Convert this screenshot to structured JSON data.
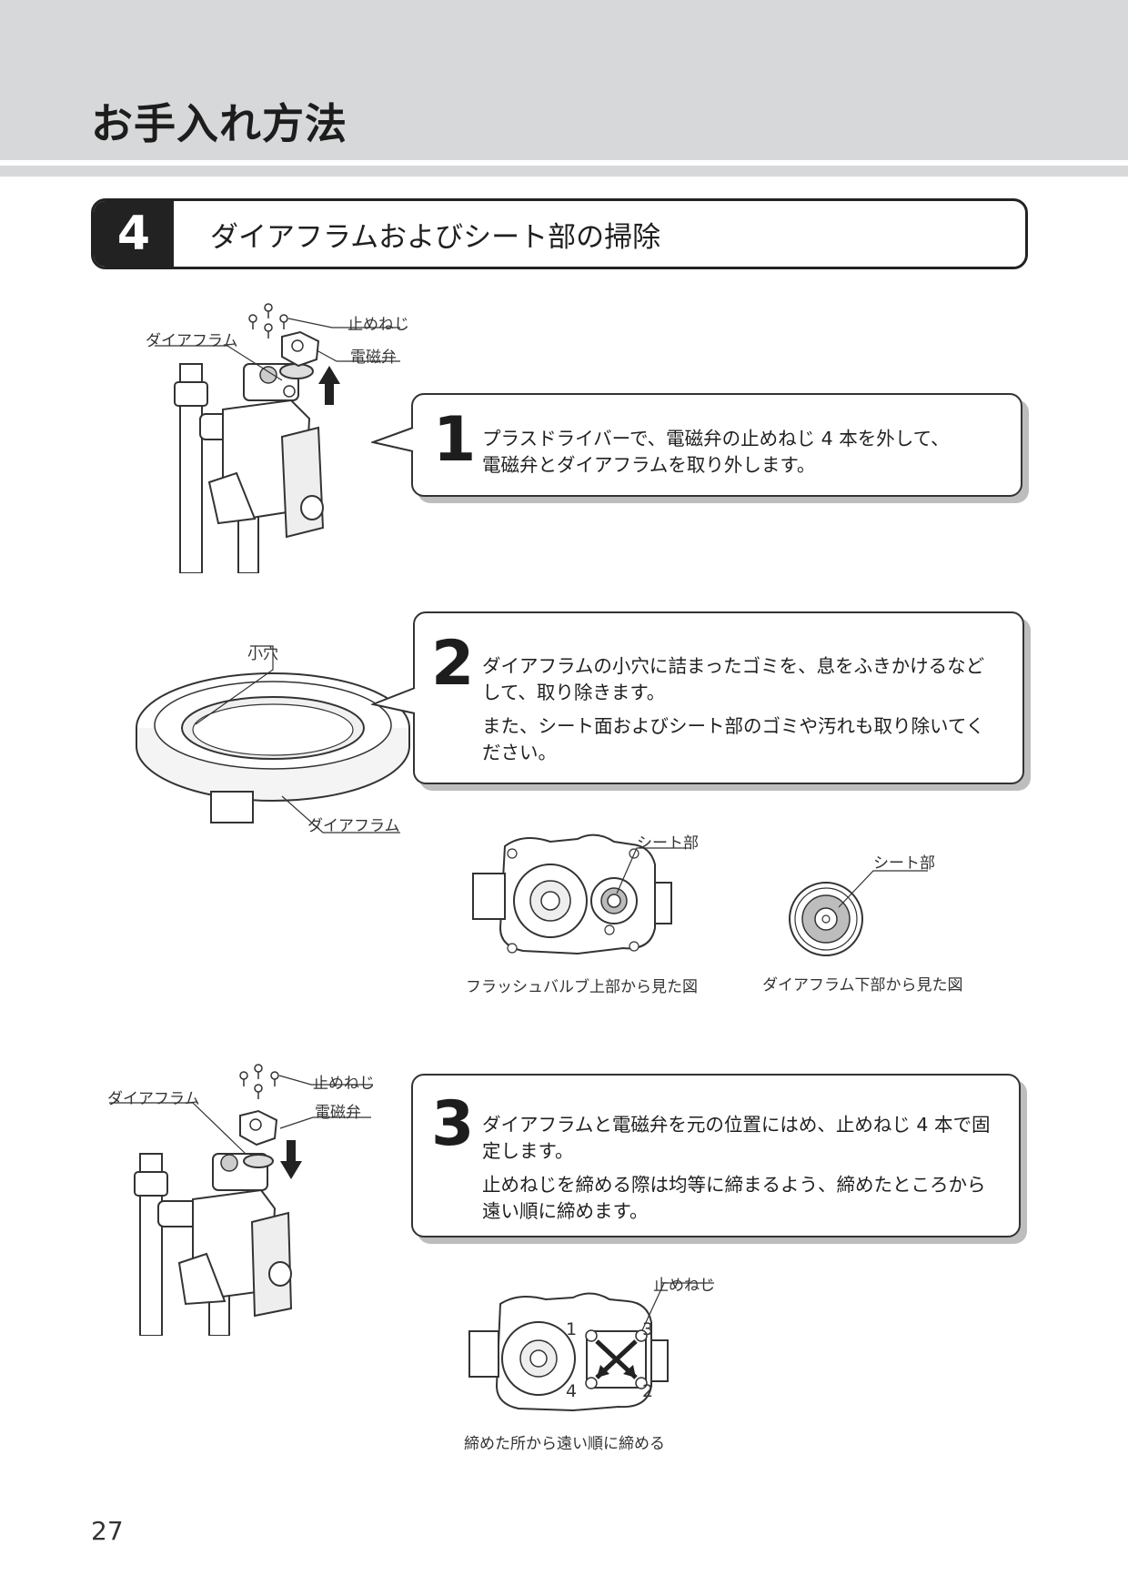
{
  "page": {
    "title": "お手入れ方法",
    "number": "27"
  },
  "section": {
    "number": "4",
    "title": "ダイアフラムおよびシート部の掃除"
  },
  "steps": [
    {
      "number": "1",
      "lines": [
        "プラスドライバーで、電磁弁の止めねじ 4 本を外して、\n電磁弁とダイアフラムを取り外します。"
      ]
    },
    {
      "number": "2",
      "lines": [
        "ダイアフラムの小穴に詰まったゴミを、息をふきかけるなどして、取り除きます。",
        "また、シート面およびシート部のゴミや汚れも取り除いてください。"
      ]
    },
    {
      "number": "3",
      "lines": [
        "ダイアフラムと電磁弁を元の位置にはめ、止めねじ 4 本で固定します。",
        "止めねじを締める際は均等に締まるよう、締めたところから遠い順に締めます。"
      ]
    }
  ],
  "labels": {
    "screw": "止めねじ",
    "solenoid": "電磁弁",
    "diaphragm": "ダイアフラム",
    "small_hole": "小穴",
    "seat": "シート部"
  },
  "captions": {
    "valve_top": "フラッシュバルブ上部から見た図",
    "diaphragm_bottom": "ダイアフラム下部から見た図",
    "tighten_order": "締めた所から遠い順に締める"
  },
  "tighten_numbers": [
    "1",
    "3",
    "4",
    "2"
  ],
  "colors": {
    "header_band": "#d7d8d9",
    "box_shadow": "#bdbdbd",
    "dark": "#222222"
  }
}
